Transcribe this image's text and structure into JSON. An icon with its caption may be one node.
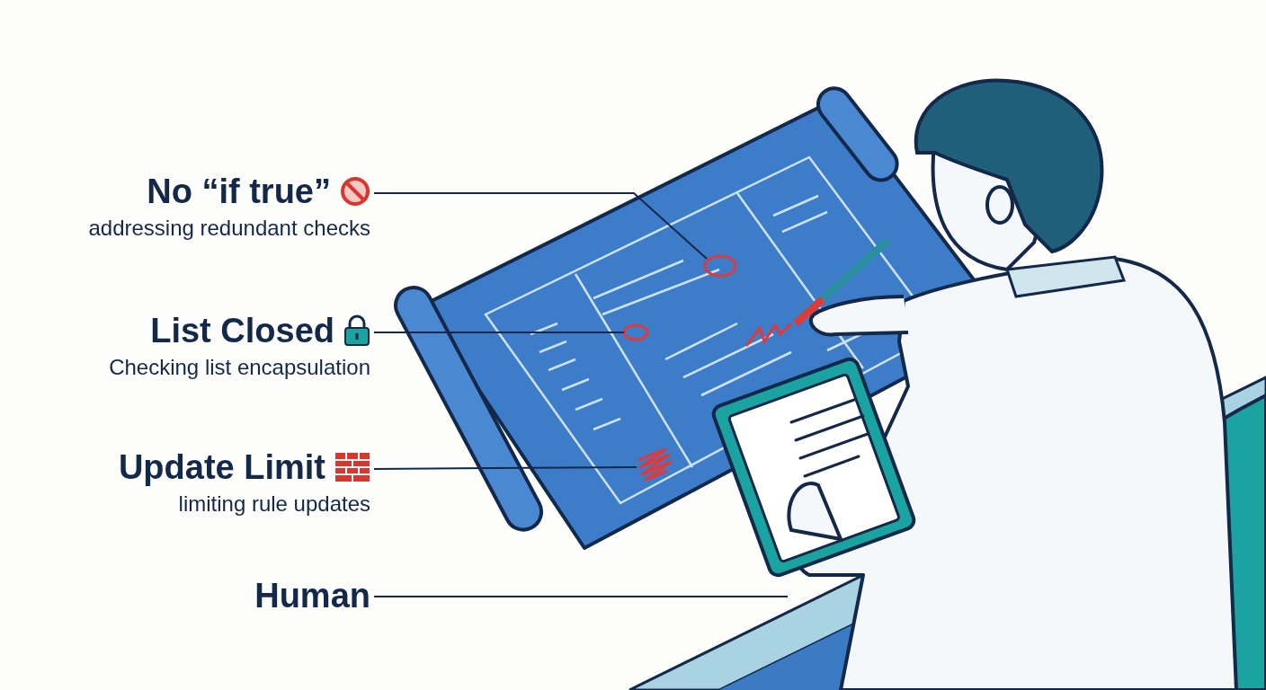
{
  "diagram": {
    "nodes": [
      {
        "text": [
          "No “if true”",
          "addressing redundant checks"
        ]
      },
      {
        "text": [
          "List Closed",
          "Checking list encapsulation"
        ]
      },
      {
        "text": [
          "Update Limit",
          "limiting rule updates"
        ]
      },
      {
        "text": [
          "Human"
        ]
      },
      {
        "text": [],
        "shape": "circle"
      },
      {
        "text": [],
        "shape": "circle"
      },
      {
        "text": [],
        "shape": "picture"
      },
      {
        "text": [],
        "shape": "person"
      }
    ],
    "edges": [
      {
        "from": 0,
        "to": 4,
        "arrow": "none"
      },
      {
        "from": 1,
        "to": 5,
        "arrow": "none"
      },
      {
        "from": 2,
        "to": 6,
        "arrow": "none"
      },
      {
        "from": 3,
        "to": 7,
        "arrow": "none"
      }
    ]
  }
}
